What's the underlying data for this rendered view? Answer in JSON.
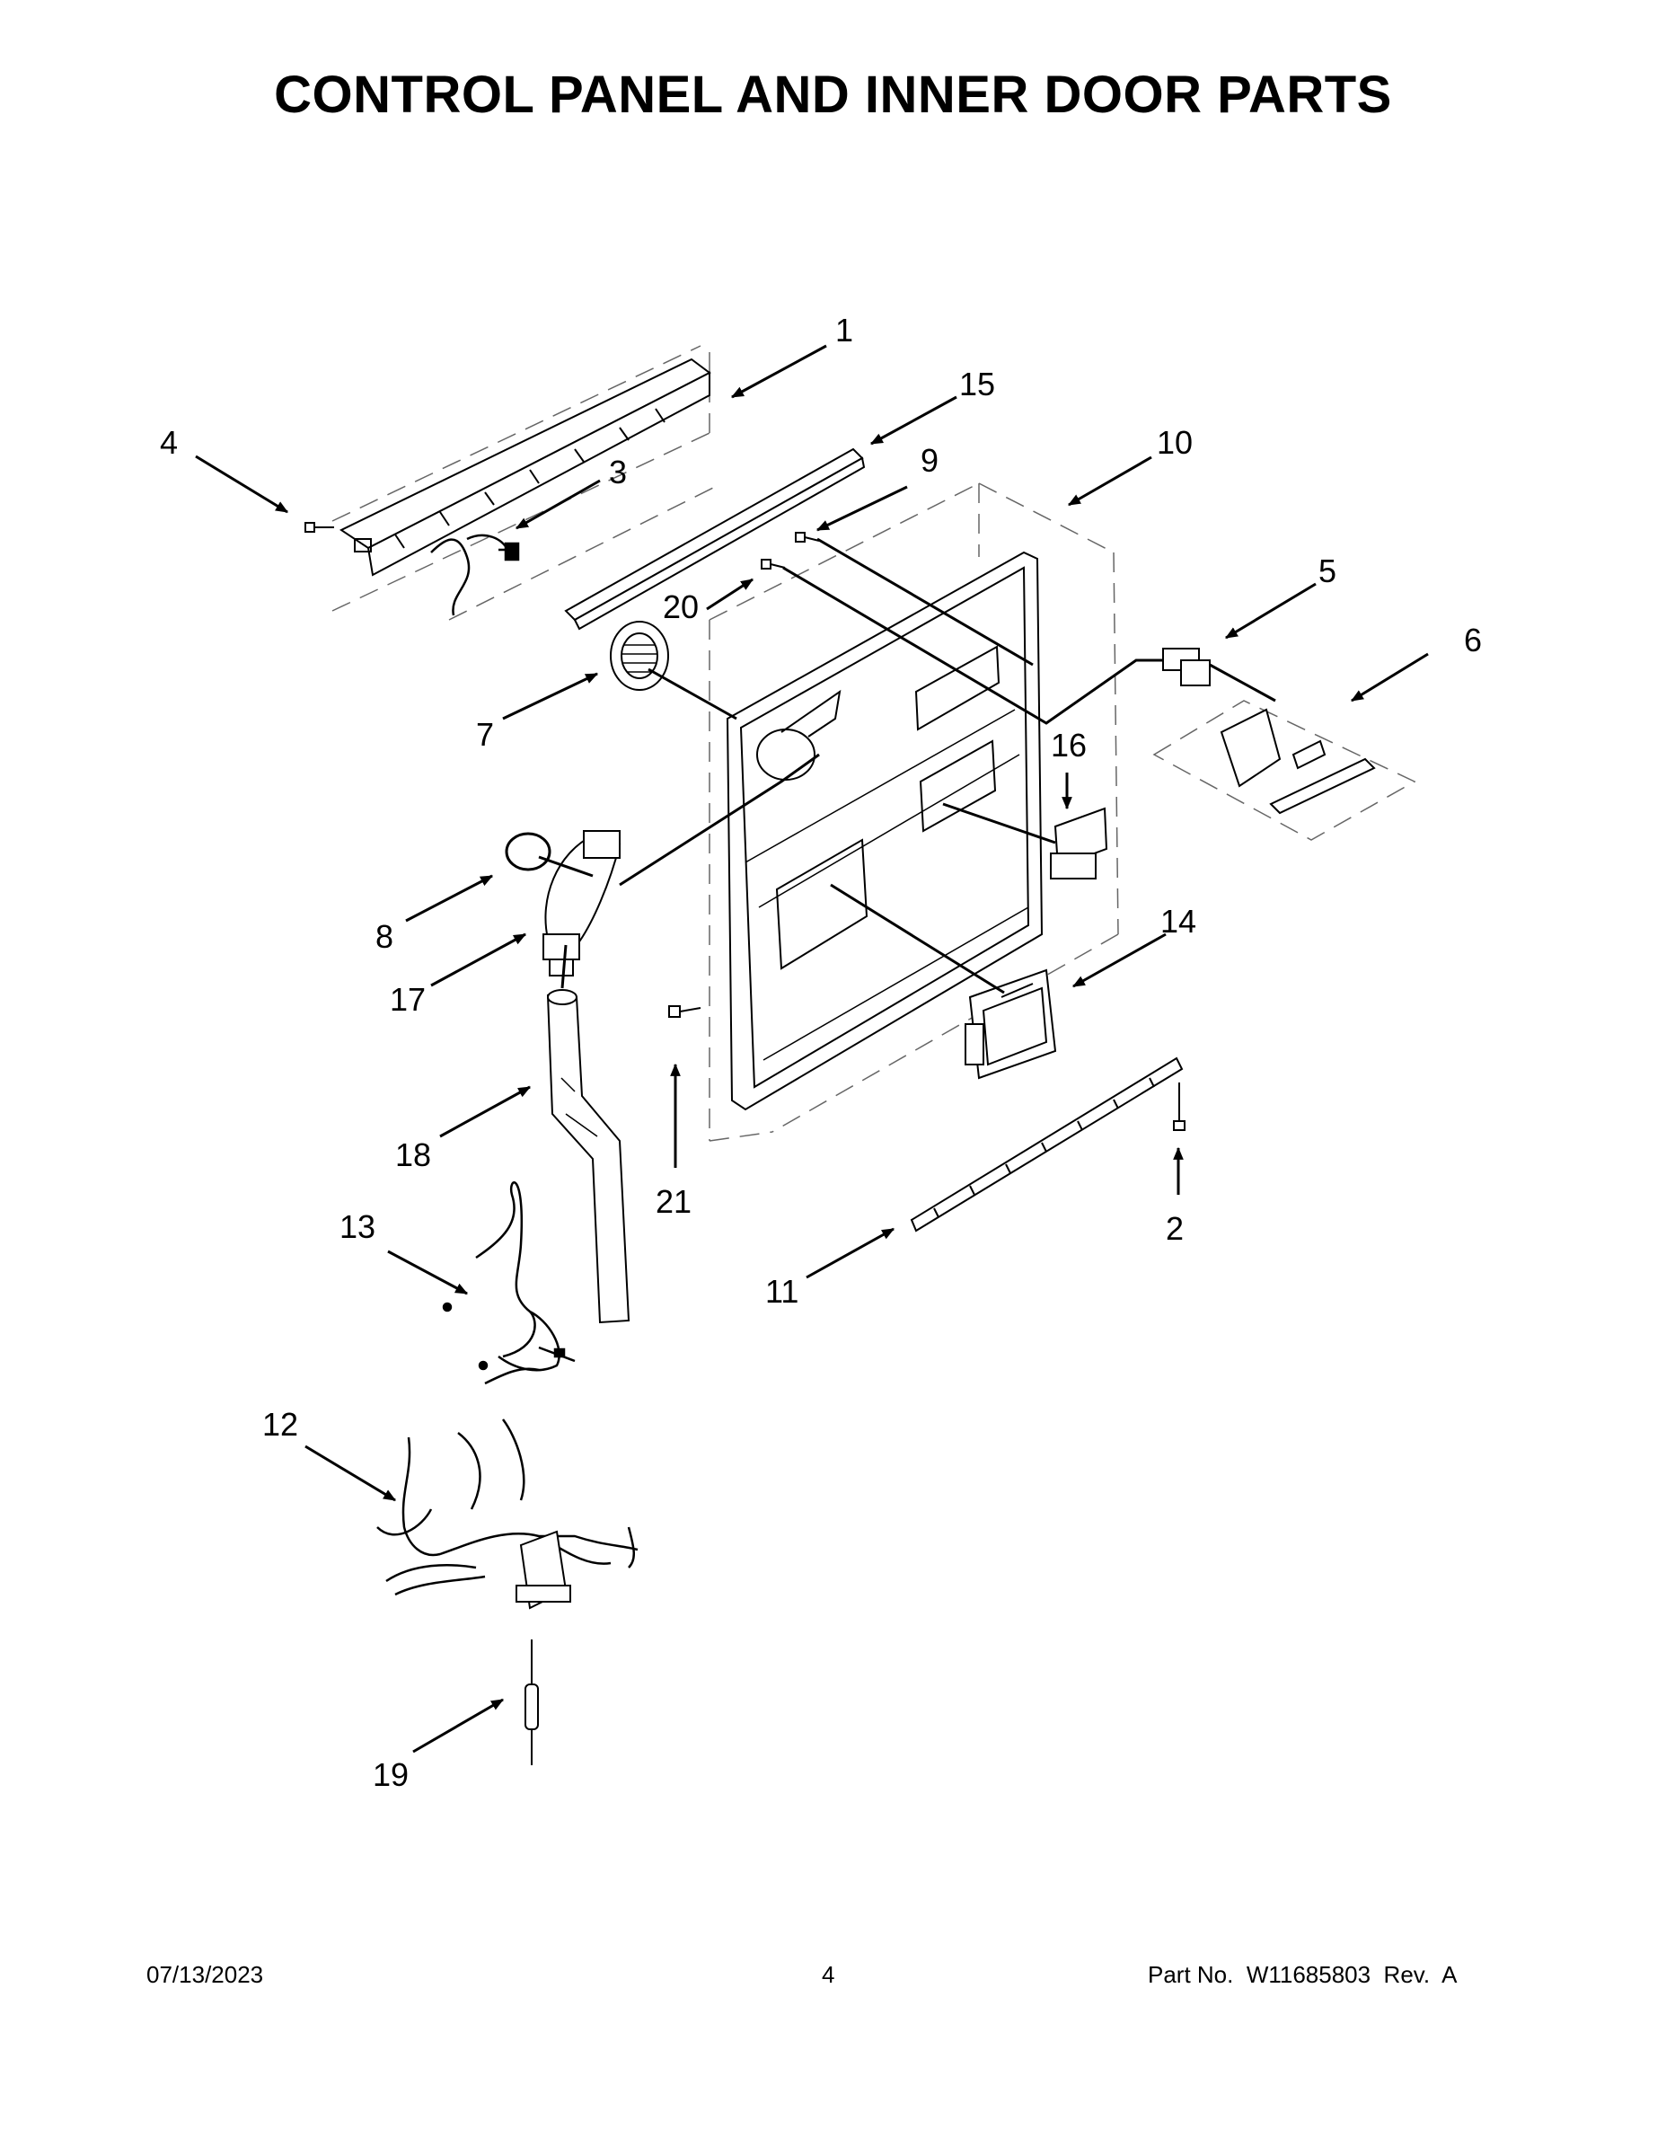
{
  "title": "CONTROL PANEL AND INNER DOOR PARTS",
  "callouts": {
    "c1": "1",
    "c2": "2",
    "c3": "3",
    "c4": "4",
    "c5": "5",
    "c6": "6",
    "c7": "7",
    "c8": "8",
    "c9": "9",
    "c10": "10",
    "c11": "11",
    "c12": "12",
    "c13": "13",
    "c14": "14",
    "c15": "15",
    "c16": "16",
    "c17": "17",
    "c18": "18",
    "c19": "19",
    "c20": "20",
    "c21": "21"
  },
  "footer": {
    "date": "07/13/2023",
    "page": "4",
    "part_no": "Part No.  W11685803  Rev.  A"
  }
}
